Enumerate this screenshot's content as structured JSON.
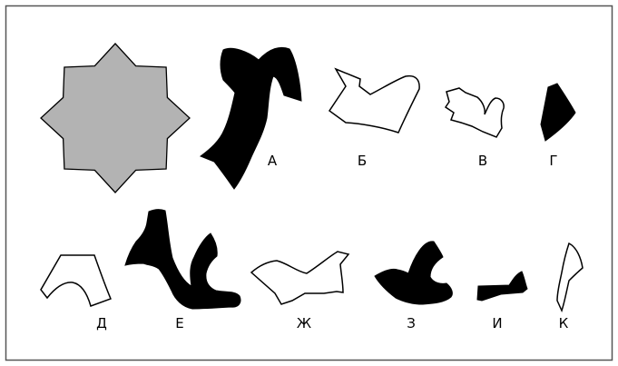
{
  "labels": {
    "a": "А",
    "b": "Б",
    "v": "В",
    "g": "Г",
    "d": "Д",
    "e": "Е",
    "zh": "Ж",
    "z": "З",
    "i": "И",
    "k": "К"
  },
  "colors": {
    "star_fill": "#b3b3b3",
    "dark_piece": "#000000",
    "light_piece": "#ffffff",
    "frame_border": "#555555"
  }
}
